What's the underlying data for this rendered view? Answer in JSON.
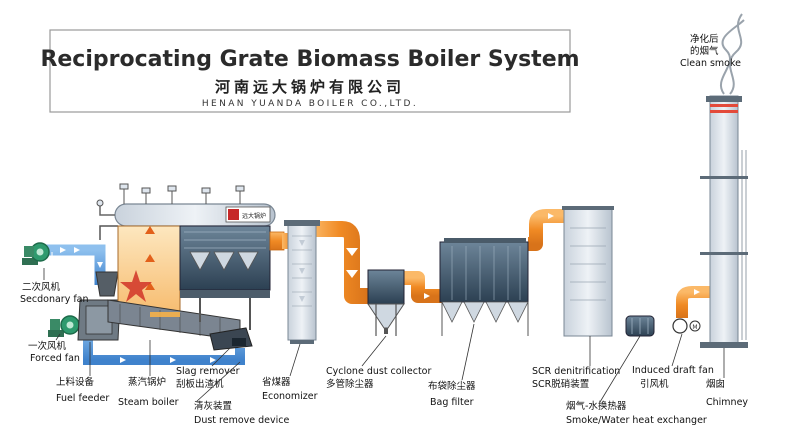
{
  "title": {
    "main": "Reciprocating Grate Biomass Boiler System",
    "company_cn": "河南远大锅炉有限公司",
    "company_en": "HENAN YUANDA BOILER CO.,LTD."
  },
  "plate_text": "远大锅炉",
  "labels": {
    "clean_smoke_cn": "净化后的烟气",
    "clean_smoke_cn_l1": "净化后",
    "clean_smoke_cn_l2": "的烟气",
    "clean_smoke_en": "Clean smoke",
    "secondary_fan_cn": "二次风机",
    "secondary_fan_en": "Secdonary fan",
    "forced_fan_cn": "一次风机",
    "forced_fan_en": "Forced fan",
    "fuel_feeder_cn": "上料设备",
    "fuel_feeder_en": "Fuel feeder",
    "steam_boiler_cn": "蒸汽锅炉",
    "steam_boiler_en": "Steam boiler",
    "slag_remover_en": "Slag remover",
    "slag_remover_cn": "刮板出渣机",
    "dust_remove_cn": "清灰装置",
    "dust_remove_en": "Dust remove device",
    "economizer_cn": "省煤器",
    "economizer_en": "Economizer",
    "cyclone_en": "Cyclone dust collector",
    "cyclone_cn": "多管除尘器",
    "bag_filter_cn": "布袋除尘器",
    "bag_filter_en": "Bag filter",
    "scr_en": "SCR denitrification",
    "scr_cn": "SCR脱硝装置",
    "heat_exchanger_cn": "烟气-水换热器",
    "heat_exchanger_en": "Smoke/Water heat exchanger",
    "induced_fan_en": "Induced draft fan",
    "induced_fan_cn": "引风机",
    "chimney_cn": "烟囱",
    "chimney_en": "Chimney"
  },
  "colors": {
    "flue": "#f08a24",
    "flue_edge": "#c96a12",
    "air": "#4a90d9",
    "steel": "#dfe6ee",
    "dark_steel": "#3c5468",
    "fan": "#2e9a6e"
  }
}
